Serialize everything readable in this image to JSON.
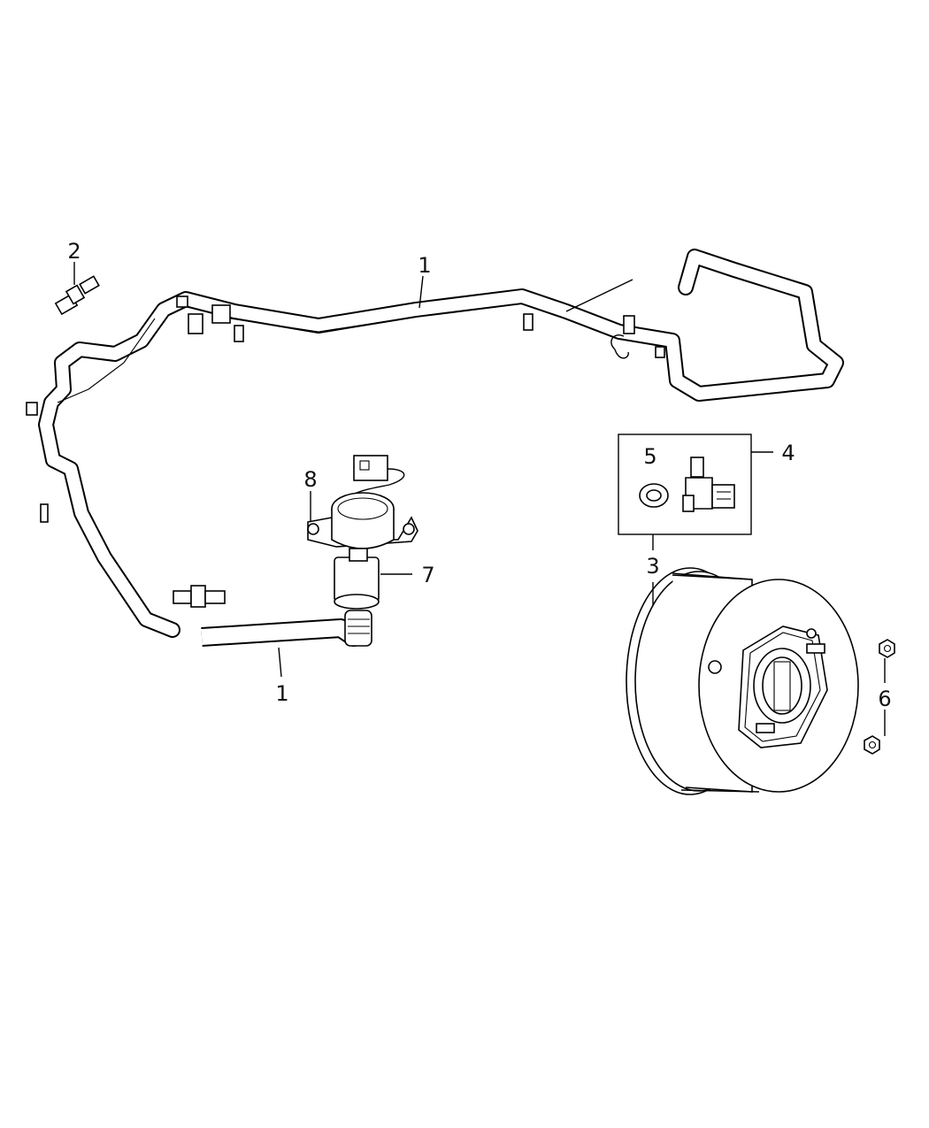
{
  "diagram": {
    "callouts": {
      "hose_upper": "1",
      "check_valve_top": "2",
      "booster": "3",
      "sensor_kit": "4",
      "grommet": "5",
      "nut": "6",
      "vacuum_pump": "7",
      "pump_bracket": "8",
      "hose_lower": "1"
    },
    "colors": {
      "line": "#000000",
      "fill": "#ffffff",
      "background": "#ffffff"
    }
  }
}
